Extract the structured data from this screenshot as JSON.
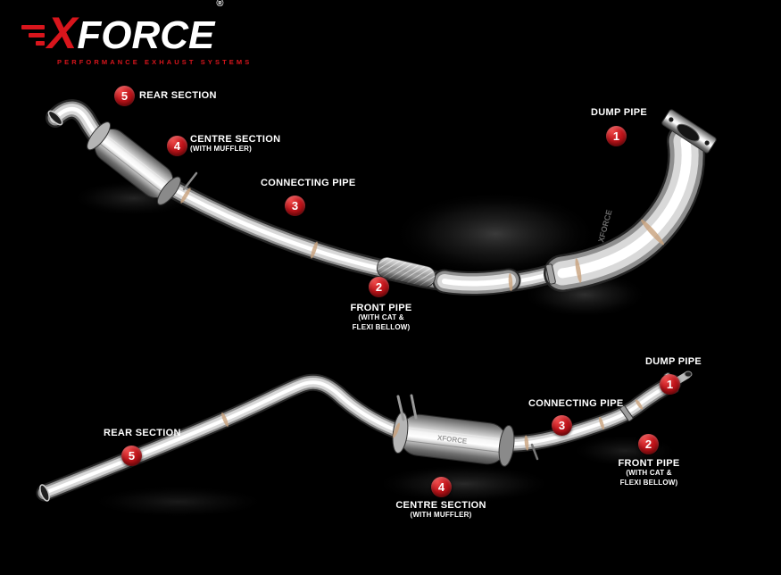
{
  "colors": {
    "background": "#000000",
    "badge_red": "#b8121a",
    "logo_red": "#d8151c",
    "label_text": "#ffffff"
  },
  "logo": {
    "x": "X",
    "force": "FORCE",
    "reg": "®",
    "tagline": "PERFORMANCE EXHAUST SYSTEMS",
    "engraving": "XFORCE"
  },
  "parts": {
    "dump_pipe": {
      "num": "1",
      "title": "DUMP PIPE"
    },
    "front_pipe": {
      "num": "2",
      "title": "FRONT PIPE",
      "sub1": "(WITH CAT &",
      "sub2": "FLEXI BELLOW)"
    },
    "connecting_pipe": {
      "num": "3",
      "title": "CONNECTING PIPE"
    },
    "centre_section": {
      "num": "4",
      "title": "CENTRE SECTION",
      "sub1": "(WITH MUFFLER)"
    },
    "rear_section": {
      "num": "5",
      "title": "REAR SECTION"
    }
  }
}
